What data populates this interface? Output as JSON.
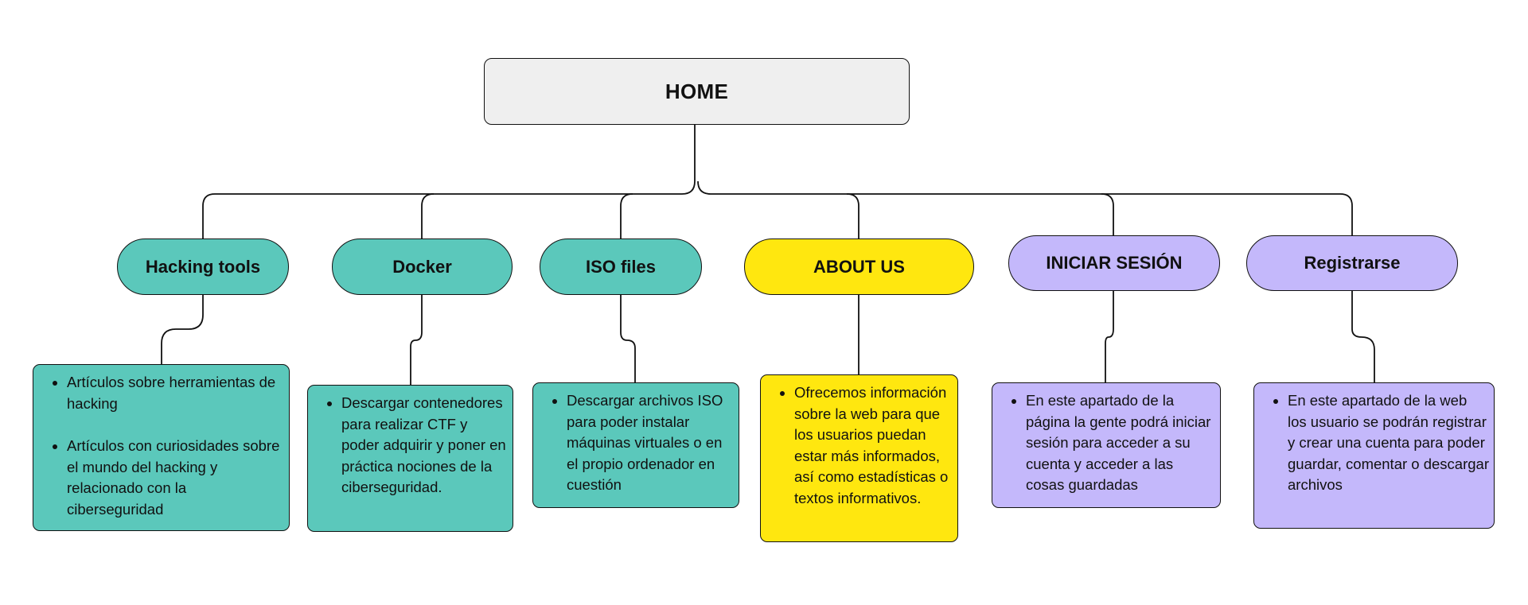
{
  "home": {
    "label": "HOME"
  },
  "sections": [
    {
      "title": "Hacking tools",
      "color": "#5bc8bb",
      "items": [
        "Artículos sobre herramientas de hacking",
        "Artículos con curiosidades sobre el mundo del hacking y relacionado con la ciberseguridad"
      ]
    },
    {
      "title": "Docker",
      "color": "#5bc8bb",
      "items": [
        "Descargar contenedores para realizar CTF y poder adquirir y poner en práctica nociones de la ciberseguridad."
      ]
    },
    {
      "title": "ISO files",
      "color": "#5bc8bb",
      "items": [
        "Descargar archivos ISO para poder instalar máquinas virtuales o en el propio ordenador en cuestión"
      ]
    },
    {
      "title": "ABOUT US",
      "color": "#ffe70f",
      "items": [
        "Ofrecemos información sobre la web para que los usuarios puedan estar más informados, así como estadísticas o textos informativos."
      ]
    },
    {
      "title": "INICIAR SESIÓN",
      "color": "#c4b8fb",
      "items": [
        "En este apartado de la página la gente podrá iniciar sesión para acceder a su cuenta y acceder a las cosas guardadas"
      ]
    },
    {
      "title": "Registrarse",
      "color": "#c4b8fb",
      "items": [
        "En este apartado de la web los usuario se podrán registrar y crear una cuenta para poder guardar, comentar o descargar archivos"
      ]
    }
  ]
}
